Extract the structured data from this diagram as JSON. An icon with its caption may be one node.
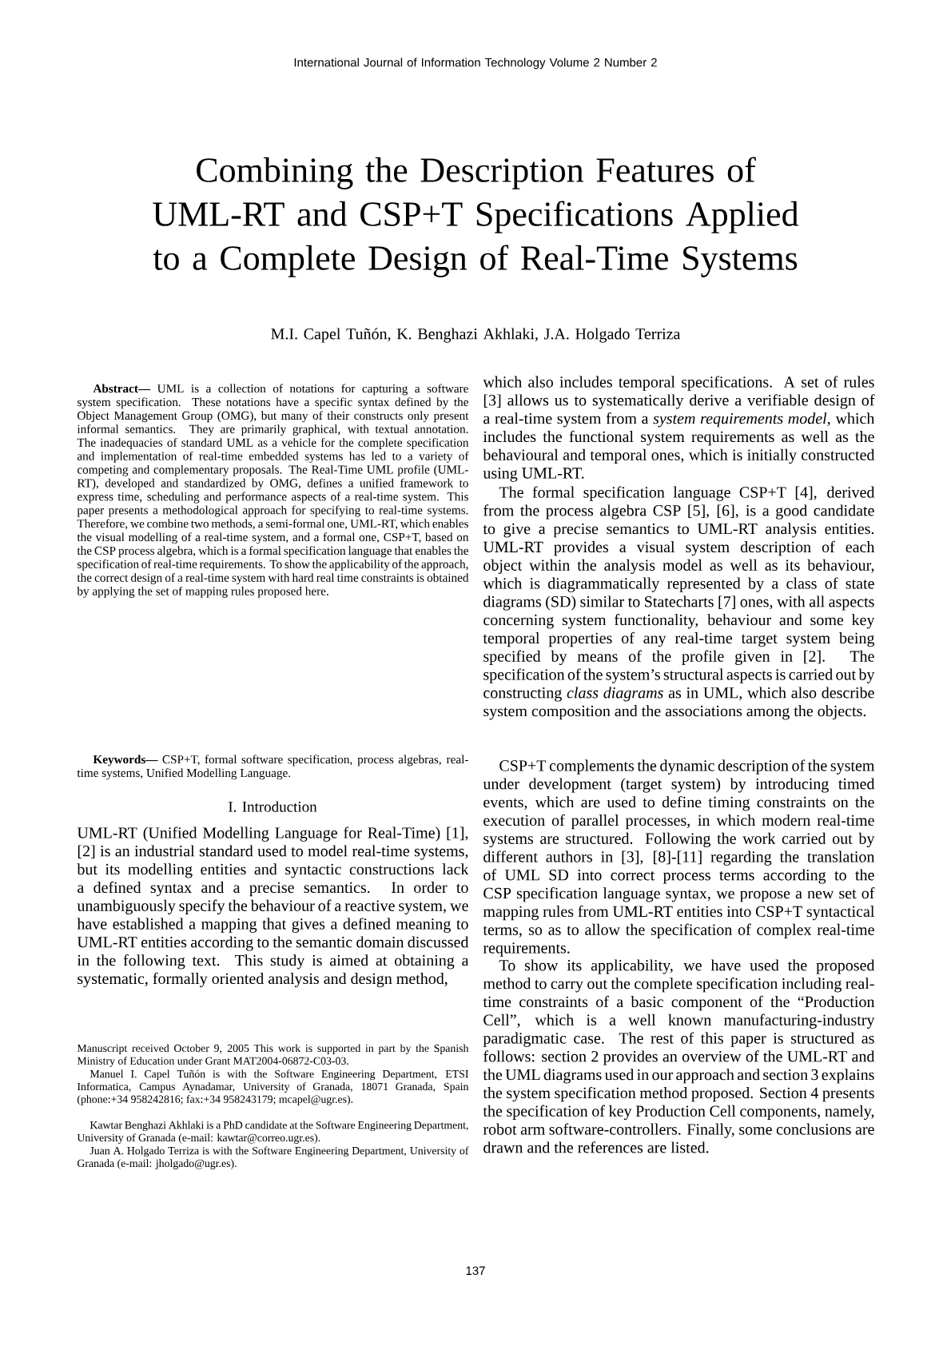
{
  "diagram": {
    "title": "Combining the Description Features of UML-RT and CSP+T Specifications Applied to a Complete Design of Real-Time Systems",
    "labels": [
      "International Journal of Information Technology Volume 2 Number 2",
      "M.I. Capel Tuñón, K. Benghazi Akhlaki, J.A. Holgado Terriza",
      "**Abstract—** UML is a collection of notations for capturing a software system specification. These notations have a specific syntax defined by the Object Management Group (OMG), but many of their constructs only present informal semantics. They are primarily graphical, with textual annotation. The inadequacies of standard UML as a vehicle for the complete specification and implementation of real-time embedded systems has led to a variety of competing and complementary proposals. The Real-Time UML profile (UML-RT), developed and standardized by OMG, defines a unified framework to express time, scheduling and performance aspects of a real-time system. This paper presents a methodological approach for specifying to real-time systems. Therefore, we combine two methods, a semi-formal one, UML-RT, which enables the visual modelling of a real-time system, and a formal one, CSP+T, based on the CSP process algebra, which is a formal specification language that enables the specification of real-time requirements. To show the applicability of the approach, the correct design of a real-time system with hard real time constraints is obtained by applying the set of mapping rules proposed here.",
      "**Keywords—** CSP+T, formal software specification, process algebras, real-time systems, Unified Modelling Language.",
      "I. Introduction",
      "UML-RT (Unified Modelling Language for Real-Time) [1], [2] is an industrial standard used to model real-time systems, but its modelling entities and syntactic constructions lack a defined syntax and a precise semantics. In order to unambiguously specify the behaviour of a reactive system, we have established a mapping that gives a defined meaning to UML-RT entities according to the semantic domain discussed in the following text. This study is aimed at obtaining a systematic, formally oriented analysis and design method,",
      "Manuscript received October 9, 2005 This work is supported in part by the Spanish Ministry of Education under Grant MAT2004-06872-C03-03.",
      "Manuel I. Capel Tuñón is with the Software Engineering Department, ETSI Informatica, Campus Aynadamar, University of Granada, 18071 Granada, Spain (phone:+34 958242816; fax:+34 958243179; mcapel@ugr.es).",
      "Kawtar Benghazi Akhlaki is a PhD candidate at the Software Engineering Department, University of Granada (e-mail: kawtar@correo.ugr.es).",
      "Juan A. Holgado Terriza is with the Software Engineering Department, University of Granada (e-mail: jholgado@ugr.es).",
      "which also includes temporal specifications. A set of rules [3] allows us to systematically derive a verifiable design of a real-time system from a *system requirements model*, which includes the functional system requirements as well as the behavioural and temporal ones, which is initially constructed using UML-RT.",
      "The formal specification language CSP+T [4], derived from the process algebra CSP [5], [6], is a good candidate to give a precise semantics to UML-RT analysis entities. UML-RT provides a visual system description of each object within the analysis model as well as its behaviour, which is diagrammatically represented by a class of state diagrams (SD) similar to Statecharts [7] ones, with all aspects concerning system functionality, behaviour and some key temporal properties of any real-time target system being specified by means of the profile given in [2]. The specification of the system’s structural aspects is carried out by constructing *class diagrams* as in UML, which also describe system composition and the associations among the objects.",
      "CSP+T complements the dynamic description of the system under development (target system) by introducing timed events, which are used to define timing constraints on the execution of parallel processes, in which modern real-time systems are structured. Following the work carried out by different authors in [3], [8]-[11] regarding the translation of UML SD into correct process terms according to the CSP specification language syntax, we propose a new set of mapping rules from UML-RT entities into CSP+T syntactical terms, so as to allow the specification of complex real-time requirements.",
      "To show its applicability, we have used the proposed method to carry out the complete specification including real-time constraints of a basic component of the “Production Cell”, which is a well known manufacturing-industry paradigmatic case. The rest of this paper is structured as follows: section 2 provides an overview of the UML-RT and the UML diagrams used in our approach and section 3 explains the system specification method proposed. Section 4 presents the specification of key Production Cell components, namely, robot arm software-controllers. Finally, some conclusions are drawn and the references are listed.",
      "137"
    ]
  }
}
